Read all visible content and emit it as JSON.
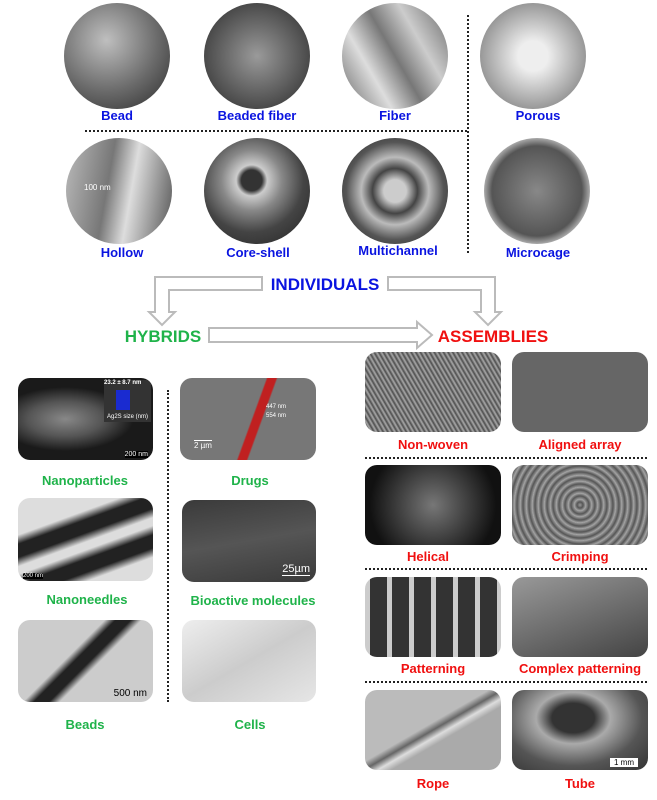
{
  "individuals": {
    "title": "INDIVIDUALS",
    "items": [
      "Bead",
      "Beaded fiber",
      "Fiber",
      "Porous",
      "Hollow",
      "Core-shell",
      "Multichannel",
      "Microcage"
    ],
    "hollow_scale": "100 nm"
  },
  "hybrids": {
    "title": "HYBRIDS",
    "items": [
      "Nanoparticles",
      "Nanoneedles",
      "Beads",
      "Drugs",
      "Bioactive molecules",
      "Cells"
    ],
    "nanoparticles_inset": "23.2 ± 8.7 nm",
    "nanoparticles_axis": "Ag2S size (nm)",
    "nanoparticles_scale": "200 nm",
    "nanoneedles_scale": "200 nm",
    "beads_scale": "500 nm",
    "drugs_scale": "2 µm",
    "drugs_d1": "447 nm",
    "drugs_d2": "554 nm",
    "bioactive_scale": "25µm"
  },
  "assemblies": {
    "title": "ASSEMBLIES",
    "items": [
      "Non-woven",
      "Aligned array",
      "Helical",
      "Crimping",
      "Patterning",
      "Complex patterning",
      "Rope",
      "Tube"
    ],
    "tube_scale": "1 mm"
  },
  "colors": {
    "individuals": "#0a14e0",
    "hybrids": "#1fb34a",
    "assemblies": "#f01010"
  }
}
